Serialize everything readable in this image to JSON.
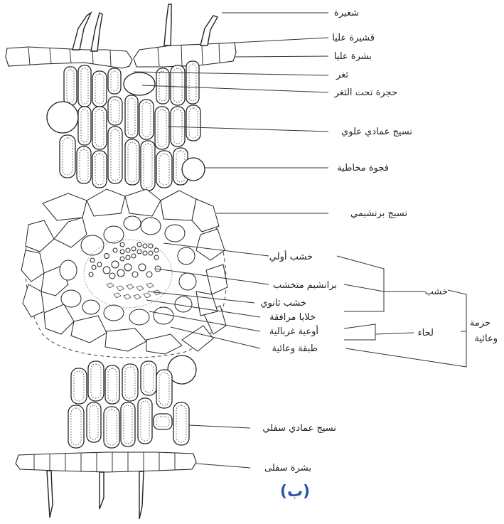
{
  "labels": {
    "trichome": "شعيرة",
    "upper_cuticle": "قشيرة عليا",
    "upper_epidermis": "بشرة عليا",
    "stoma": "ثغر",
    "substomatal_chamber": "حجرة تحت الثغر",
    "palisade": "نسيج عمادي علوي",
    "mucilage_cavity": "فجوة مخاطية",
    "parenchyma": "نسيج برنشيمي",
    "primary_xylem": "خشب أولي",
    "lignified_parenchyma": "برانشيم متخشب",
    "secondary_xylem": "خشب ثانوي",
    "companion_cells": "خلايا مرافقة",
    "sieve_tubes": "أوعية غربالية",
    "vascular_layer": "طبقة وعائية",
    "xylem": "خشب",
    "phloem": "لحاء",
    "vascular_bundle_line1": "حزمة",
    "vascular_bundle_line2": "وعائية",
    "lower_palisade": "نسيج عمادي سفلي",
    "lower_epidermis": "بشرة سفلى"
  },
  "caption": "(ب)"
}
